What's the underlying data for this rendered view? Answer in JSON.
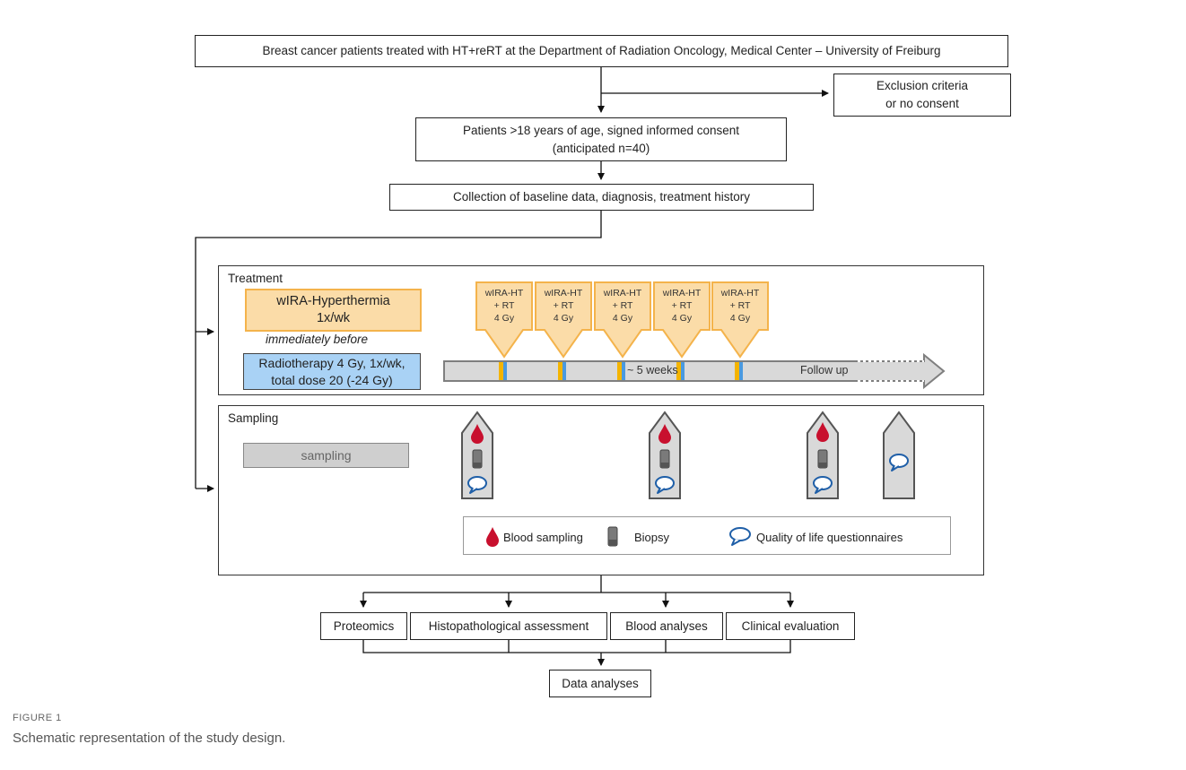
{
  "flow": {
    "top_box": "Breast cancer patients treated with HT+reRT at the Department of Radiation Oncology, Medical Center – University of Freiburg",
    "exclusion_line1": "Exclusion criteria",
    "exclusion_line2": "or no consent",
    "patients_line1": "Patients >18 years of age, signed informed consent",
    "patients_line2": "(anticipated n=40)",
    "baseline": "Collection of baseline data, diagnosis, treatment history"
  },
  "treatment": {
    "title": "Treatment",
    "ht_line1": "wIRA-Hyperthermia",
    "ht_line2": "1x/wk",
    "immediately": "immediately before",
    "rt_line1": "Radiotherapy 4 Gy, 1x/wk,",
    "rt_line2": "total dose 20 (-24 Gy)",
    "arrow_line1": "wIRA-HT",
    "arrow_line2": "+ RT",
    "arrow_line3": "4 Gy",
    "timeline_mid": "~ 5 weeks",
    "timeline_end": "Follow up"
  },
  "sampling": {
    "title": "Sampling",
    "box_label": "sampling",
    "legend_blood": "Blood sampling",
    "legend_biopsy": "Biopsy",
    "legend_qol": "Quality of life questionnaires"
  },
  "outputs": {
    "proteomics": "Proteomics",
    "histo": "Histopathological assessment",
    "blood": "Blood analyses",
    "clinical": "Clinical evaluation",
    "data": "Data analyses"
  },
  "caption": {
    "label": "FIGURE 1",
    "text": "Schematic representation of the study design."
  },
  "colors": {
    "ht_fill": "#fbdca8",
    "ht_border": "#f4b34b",
    "rt_fill": "#a9d2f5",
    "blood": "#c8102e",
    "qol": "#1f5fa8",
    "timeline": "#d9d9d9"
  }
}
